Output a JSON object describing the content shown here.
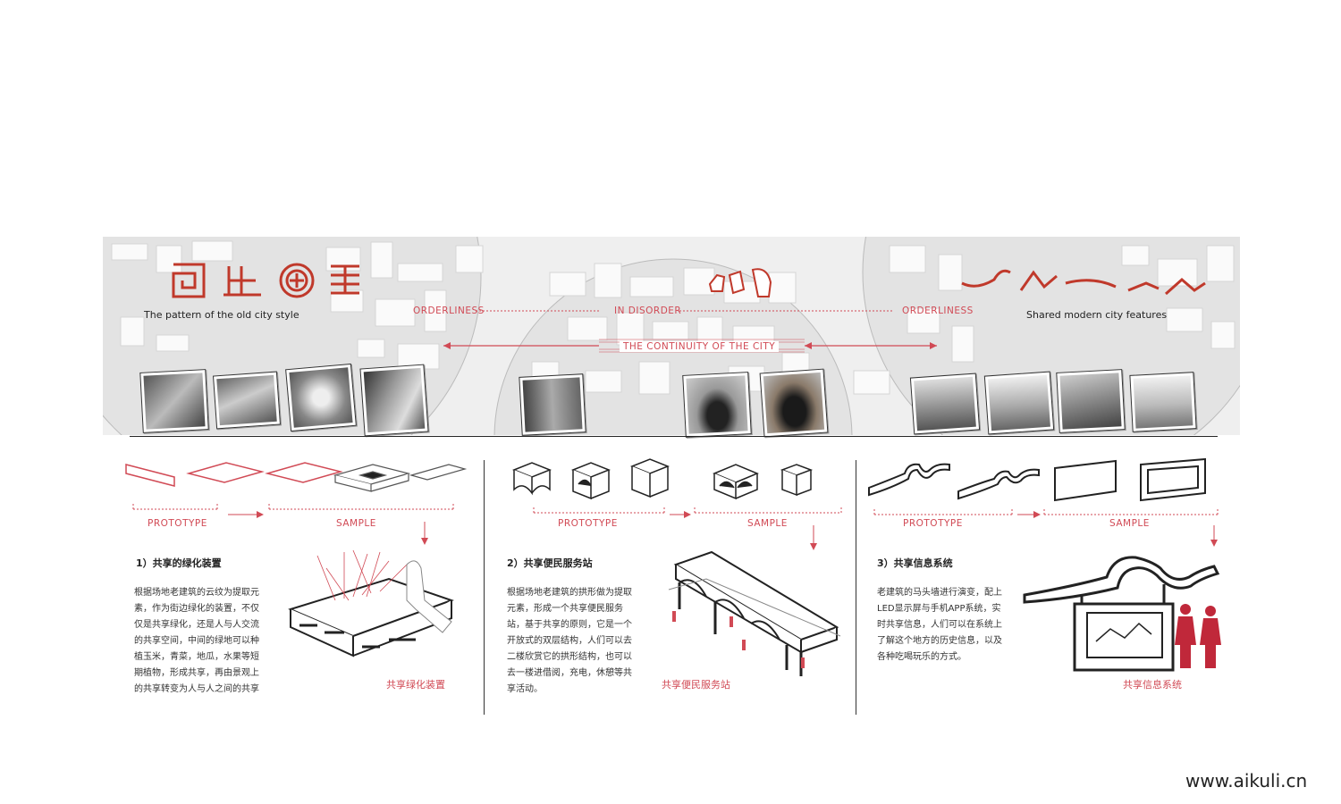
{
  "top": {
    "left_caption": "The pattern of the old city style",
    "right_caption": "Shared modern city features",
    "orderliness_left": "ORDERLINESS",
    "in_disorder": "IN DISORDER",
    "orderliness_right": "ORDERLINESS",
    "continuity": "THE CONTINUITY OF THE CITY"
  },
  "sections": [
    {
      "prototype": "PROTOTYPE",
      "sample": "SAMPLE",
      "title": "1）共享的绿化装置",
      "body": "根据场地老建筑的云纹为提取元素，作为街边绿化的装置，不仅仅是共享绿化，还是人与人交流的共享空间，中间的绿地可以种植玉米，青菜，地瓜，水果等短期植物，形成共享，再由景观上的共享转变为人与人之间的共享",
      "caption": "共享绿化装置"
    },
    {
      "prototype": "PROTOTYPE",
      "sample": "SAMPLE",
      "title": "2）共享便民服务站",
      "body": "根据场地老建筑的拱形做为提取元素，形成一个共享便民服务站，基于共享的原则，它是一个开放式的双层结构，人们可以去二楼欣赏它的拱形结构，也可以去一楼进借阅，充电，休憩等共享活动。",
      "caption": "共享便民服务站"
    },
    {
      "prototype": "PROTOTYPE",
      "sample": "SAMPLE",
      "title": "3）共享信息系统",
      "body": "老建筑的马头墙进行演变，配上LED显示屏与手机APP系统，实时共享信息，人们可以在系统上了解这个地方的历史信息，以及各种吃喝玩乐的方式。",
      "caption": "共享信息系统"
    }
  ],
  "watermark": "www.aikuli.cn",
  "colors": {
    "accent": "#d14a55",
    "ink": "#222222",
    "band": "#efefef"
  }
}
